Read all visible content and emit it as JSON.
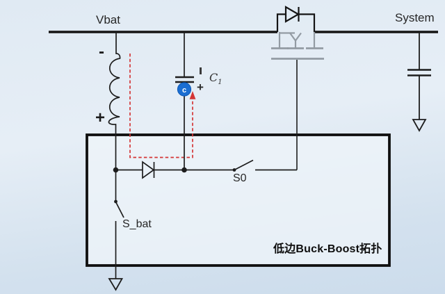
{
  "diagram": {
    "type": "circuit-schematic",
    "caption": "低边Buck-Boost拓扑",
    "nodes": {
      "vbat_label": "Vbat",
      "system_label": "System"
    },
    "components": {
      "inductor_minus": "-",
      "inductor_plus": "+",
      "c1_name": "C",
      "c1_subscript": "1",
      "c1_plus": "+",
      "current_marker": "c",
      "switch_s0": "S0",
      "switch_sbat": "S_bat"
    },
    "colors": {
      "wire": "#1d1d1d",
      "rail": "#141414",
      "box_border": "#101010",
      "mosfet_gray": "#939ba3",
      "loop_red": "#d43535",
      "marker_blue": "#1b6ed2",
      "marker_ring": "#0e59b5",
      "background_top": "#e0eaf3",
      "background_bottom": "#ccdcec",
      "box_fill": "#eef4f9"
    }
  }
}
